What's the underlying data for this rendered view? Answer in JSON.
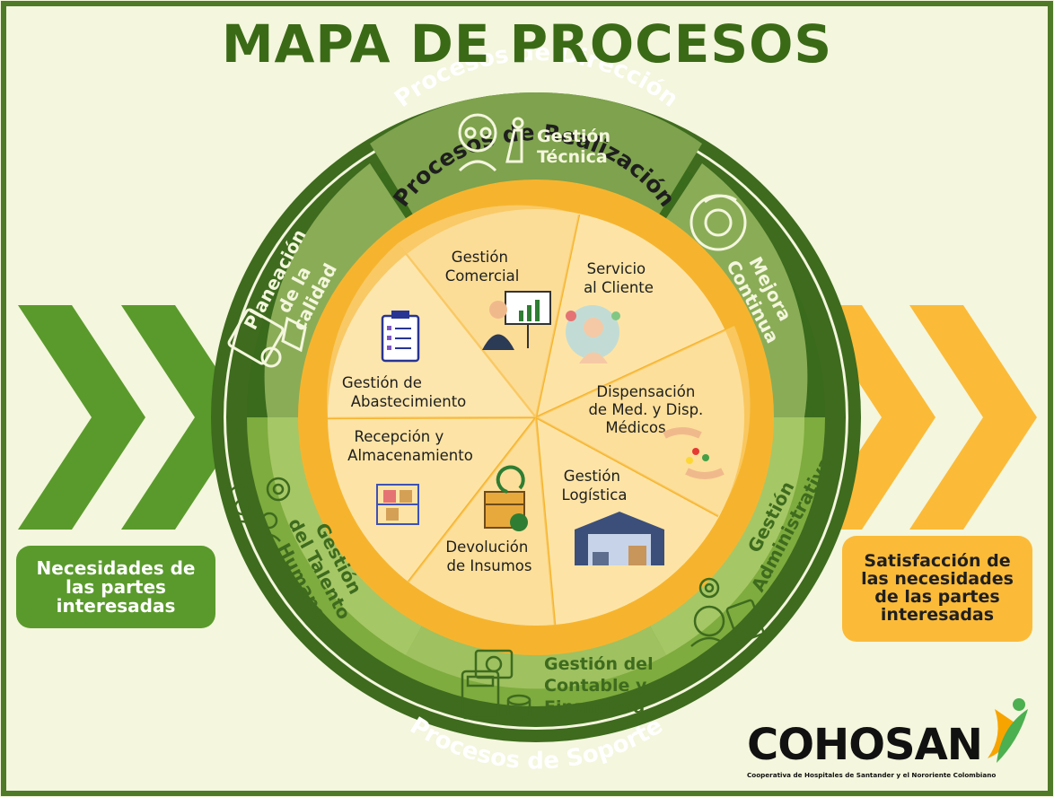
{
  "title": "MAPA DE PROCESOS",
  "rings": {
    "direccion": "Procesos de Dirección",
    "realizacion": "Procesos de Realización",
    "soporte": "Procesos de Soporte"
  },
  "direccion": {
    "gestion_tecnica": [
      "Gestión",
      "Técnica"
    ],
    "mejora_continua": [
      "Mejora",
      "Continua"
    ],
    "planeacion": [
      "Planeación",
      "de la",
      "calidad"
    ]
  },
  "soporte": {
    "talento_humano": [
      "Gestión",
      "del Talento",
      "Humano"
    ],
    "contable": [
      "Gestión del",
      "Contable y",
      "Financiera"
    ],
    "administrativa": [
      "Gestión",
      "Administrativa"
    ]
  },
  "realizacion": {
    "comercial": [
      "Gestión",
      "Comercial"
    ],
    "servicio": [
      "Servicio",
      "al Cliente"
    ],
    "dispensacion": [
      "Dispensación",
      "de Med. y Disp.",
      "Médicos"
    ],
    "logistica": [
      "Gestión",
      "Logística"
    ],
    "devolucion": [
      "Devolución",
      "de Insumos"
    ],
    "recepcion": [
      "Recepción y",
      "Almacenamiento"
    ],
    "abastecimiento": [
      "Gestión de",
      "Abastecimiento"
    ]
  },
  "inputs": {
    "left_box": "Necesidades de las partes interesadas"
  },
  "outputs": {
    "right_box": "Satisfacción de las necesidades de las partes interesadas"
  },
  "logo": {
    "name": "COHOSAN",
    "tagline": "Cooperativa de Hospitales de Santander y el Nororiente Colombiano"
  },
  "colors": {
    "background": "#f4f6dd",
    "border": "#4f7a28",
    "dark_green": "#3e6b1e",
    "mid_green": "#89aa5a",
    "light_green": "#a9c96a",
    "gold": "#f7b733",
    "cream": "#fde4a6",
    "title": "#3b6a17"
  }
}
